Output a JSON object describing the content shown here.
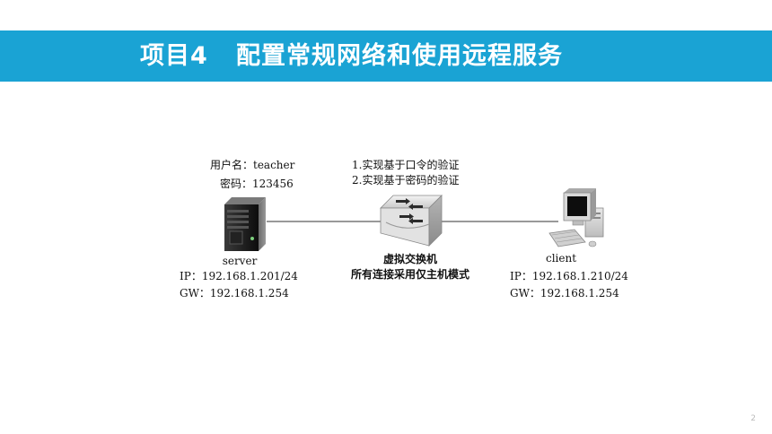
{
  "slide": {
    "title": "项目4   配置常规网络和使用远程服务",
    "page_number": "2"
  },
  "server": {
    "label": "server",
    "username_line": "用户名：teacher",
    "password_line": "密码：123456",
    "ip_line": "IP：192.168.1.201/24",
    "gw_line": "GW：192.168.1.254"
  },
  "switch": {
    "note_1": "1.实现基于口令的验证",
    "note_2": "2.实现基于密码的验证",
    "label": "虚拟交换机",
    "sublabel": "所有连接采用仅主机模式"
  },
  "client": {
    "label": "client",
    "ip_line": "IP：192.168.1.210/24",
    "gw_line": "GW：192.168.1.254"
  },
  "colors": {
    "banner": "#1aa3d4",
    "link": "#333333"
  }
}
